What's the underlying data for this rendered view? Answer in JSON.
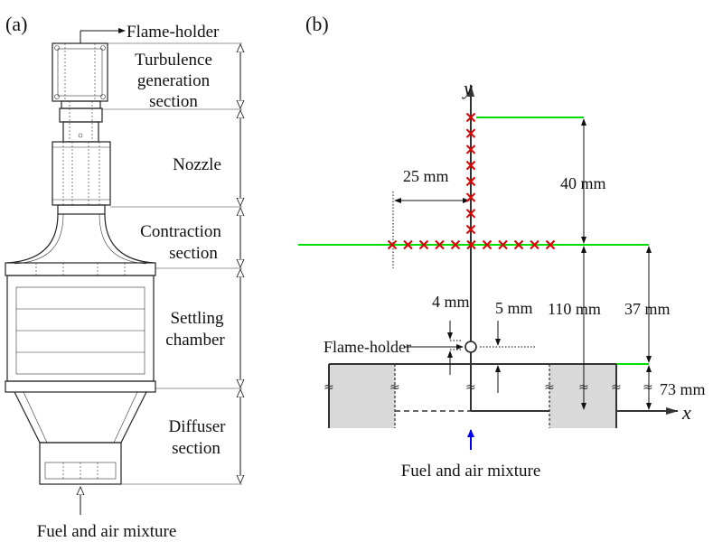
{
  "panel_a": {
    "tag": "(a)",
    "flame_holder": "Flame-holder",
    "sections": {
      "turbulence": [
        "Turbulence",
        "generation",
        "section"
      ],
      "nozzle": "Nozzle",
      "contraction": [
        "Contraction",
        "section"
      ],
      "settling": [
        "Settling",
        "chamber"
      ],
      "diffuser": [
        "Diffuser",
        "section"
      ]
    },
    "inlet": "Fuel and air mixture"
  },
  "panel_b": {
    "tag": "(b)",
    "axis_y": "y",
    "axis_x": "x",
    "dims": {
      "d25": "25 mm",
      "d40": "40 mm",
      "d4": "4 mm",
      "d5": "5 mm",
      "d110": "110 mm",
      "d37": "37 mm",
      "d73": "73 mm"
    },
    "flame_holder": "Flame-holder",
    "inlet": "Fuel and air mixture",
    "colors": {
      "guide_line": "#00dd00",
      "marker": "#dd0000",
      "inlet_arrow": "#0000ee",
      "wall_fill": "#d9d9d9"
    },
    "vertical_markers": 8,
    "horizontal_markers": 11
  }
}
